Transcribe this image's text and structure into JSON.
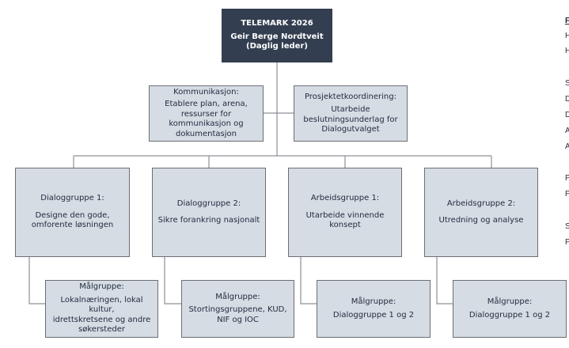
{
  "top": {
    "title": "TELEMARK 2026",
    "name": "Geir Berge Nordtveit",
    "role": "(Daglig leder)"
  },
  "staff": [
    {
      "heading": "Kommunikasjon:",
      "lines": [
        "Etablere plan, arena,",
        "ressurser for",
        "kommunikasjon og",
        "dokumentasjon"
      ]
    },
    {
      "heading": "Prosjektetkoordinering:",
      "lines": [
        "Utarbeide",
        "beslutningsunderlag for",
        "Dialogutvalget"
      ]
    }
  ],
  "groups": [
    {
      "heading": "Dialoggruppe 1:",
      "lines": [
        "Designe den gode,",
        "omforente løsningen"
      ],
      "target_heading": "Målgruppe:",
      "target_lines": [
        "Lokalnæringen, lokal kultur,",
        "idrettskretsene og andre",
        "søkersteder"
      ]
    },
    {
      "heading": "Dialoggruppe 2:",
      "lines": [
        "Sikre forankring nasjonalt"
      ],
      "target_heading": "Målgruppe:",
      "target_lines": [
        "Stortingsgruppene, KUD,",
        "NIF og IOC"
      ]
    },
    {
      "heading": "Arbeidsgruppe 1:",
      "lines": [
        "Utarbeide vinnende konsept"
      ],
      "target_heading": "Målgruppe:",
      "target_lines": [
        "Dialoggruppe 1 og 2"
      ]
    },
    {
      "heading": "Arbeidsgruppe 2:",
      "lines": [
        "Utredning og analyse"
      ],
      "target_heading": "Målgruppe:",
      "target_lines": [
        "Dialoggruppe 1 og 2"
      ]
    }
  ],
  "side_fragments": [
    "F",
    "H",
    "H",
    "",
    "S",
    "D",
    "D",
    "A",
    "A",
    "",
    "P",
    "P",
    "",
    "S",
    "P"
  ],
  "colors": {
    "top_fill": "#333f50",
    "box_fill": "#d6dce4",
    "border": "#6b6f74",
    "line": "#8c9096"
  }
}
